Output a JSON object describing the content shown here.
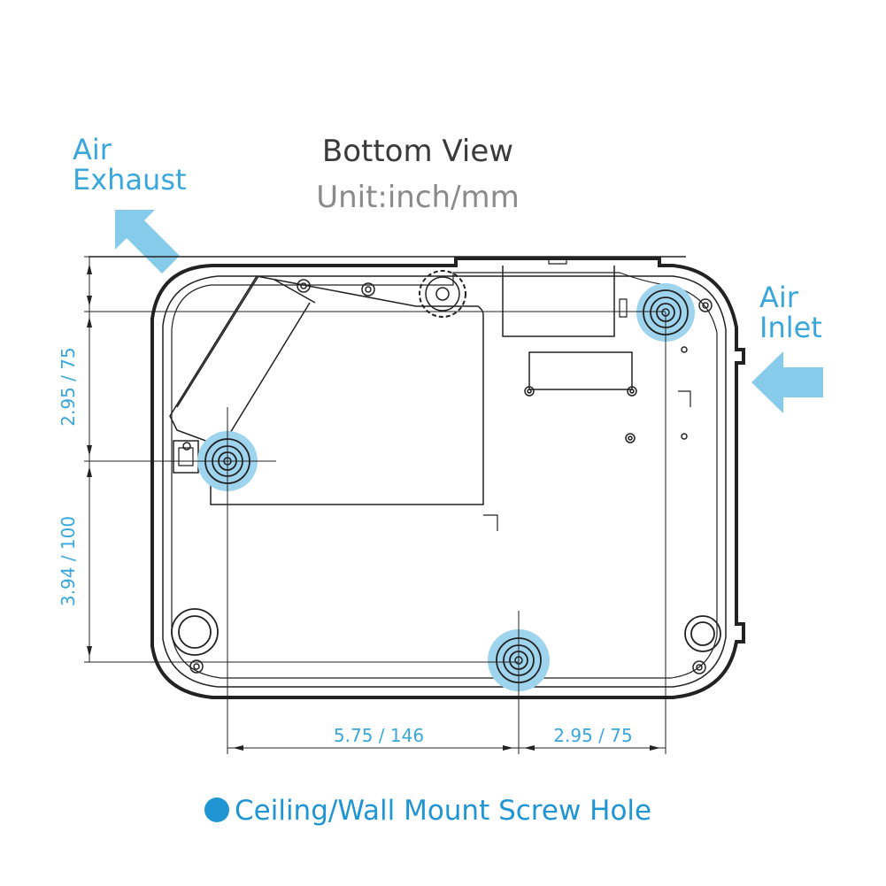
{
  "diagram": {
    "title": "Bottom View",
    "subtitle": "Unit:inch/mm",
    "air_exhaust": {
      "line1": "Air",
      "line2": "Exhaust"
    },
    "air_inlet": {
      "line1": "Air",
      "line2": "Inlet"
    },
    "dimensions": {
      "vertical_top": "2.95 / 75",
      "vertical_bottom": "3.94 / 100",
      "horizontal_left": "5.75 / 146",
      "horizontal_right": "2.95 / 75"
    },
    "legend": {
      "label": "Ceiling/Wall Mount Screw Hole"
    }
  },
  "colors": {
    "accent": "#3aa7dc",
    "highlight": "#9fd4ee",
    "outline": "#222222",
    "title": "#3a3a3a",
    "subtitle": "#8a8a8a"
  }
}
